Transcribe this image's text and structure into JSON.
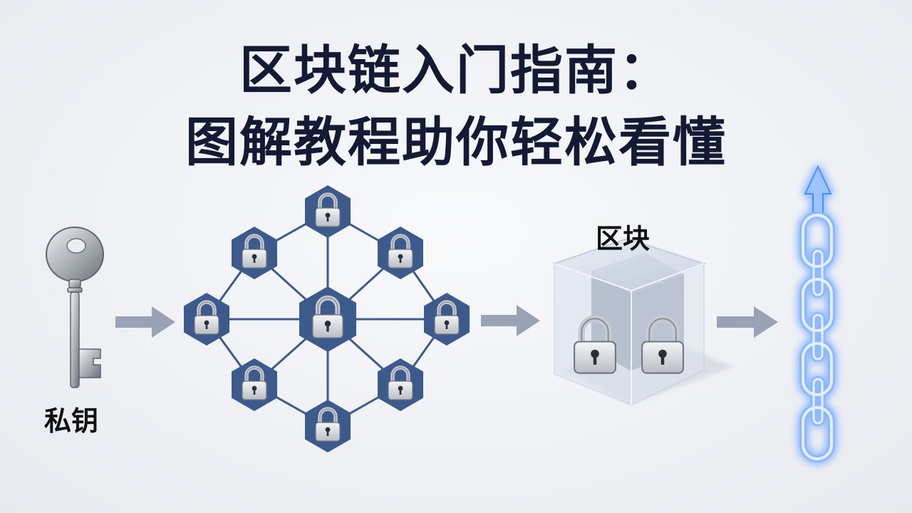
{
  "title": {
    "line1": "区块链入门指南：",
    "line2": "图解教程助你轻松看懂"
  },
  "labels": {
    "private_key": "私钥",
    "block": "区块"
  },
  "icons": {
    "key": "key-icon",
    "lock": "padlock-icon",
    "block": "cube-icon",
    "chain": "chain-icon",
    "arrow": "arrow-right-icon"
  },
  "colors": {
    "title": "#141a33",
    "network_node": "#3d5a8c",
    "network_edge": "#3d5a8c",
    "arrow": "#9aa3b5",
    "chain_glow": "#4a90ff"
  }
}
